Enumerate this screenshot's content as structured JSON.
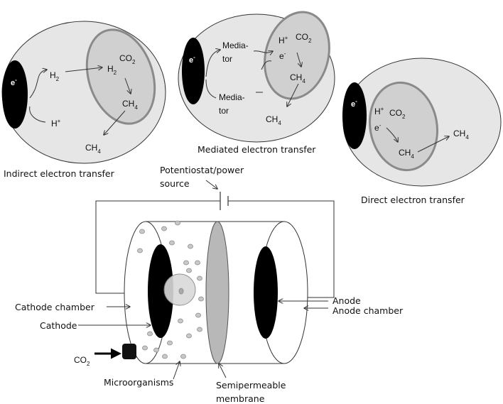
{
  "captions": {
    "indirect": "Indirect electron transfer",
    "mediated": "Mediated electron transfer",
    "direct": "Direct electron transfer"
  },
  "cell_labels": {
    "e": "e",
    "minus": "-",
    "h2": "H",
    "two": "2",
    "co2": "CO",
    "ch4": "CH",
    "four": "4",
    "hplus": "H",
    "plus": "+",
    "mediator_line1": "Media-",
    "mediator_line2": "tor"
  },
  "reactor": {
    "power_line1": "Potentiostat/power",
    "power_line2": "source",
    "cathode_chamber": "Cathode chamber",
    "cathode": "Cathode",
    "anode": "Anode",
    "anode_chamber": "Anode chamber",
    "co2": "CO",
    "co2_sub": "2",
    "microorganisms": "Microorganisms",
    "membrane_line1": "Semipermeable",
    "membrane_line2": "membrane"
  },
  "colors": {
    "cell_fill": "#e6e6e6",
    "inner_fill": "#d0d0d0",
    "inner_stroke": "#8a8a8a",
    "electrode": "#000000",
    "membrane": "#b8b8b8"
  }
}
